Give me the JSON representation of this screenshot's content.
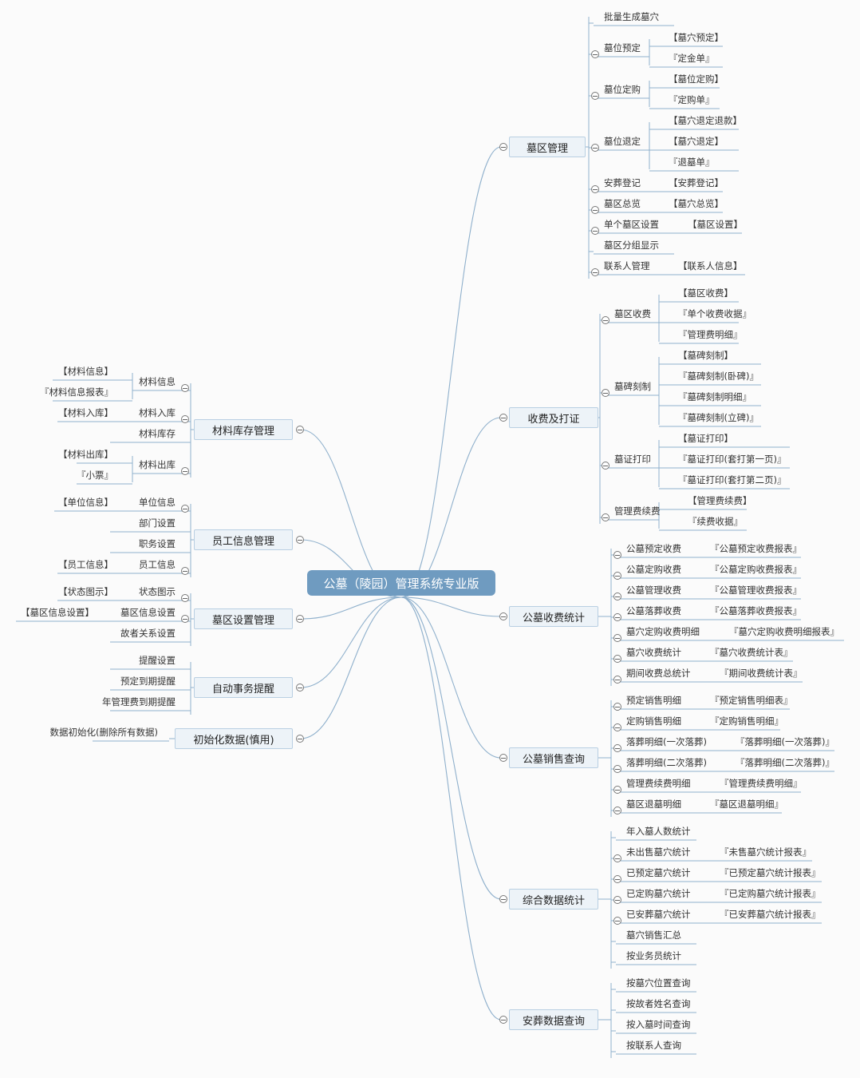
{
  "root": "公墓（陵园）管理系统专业版",
  "sections": {
    "mqgl": {
      "title": "墓区管理",
      "items": [
        {
          "label": "批量生成墓穴"
        },
        {
          "label": "墓位预定",
          "children": [
            "【墓穴预定】",
            "『定金单』"
          ]
        },
        {
          "label": "墓位定购",
          "children": [
            "【墓位定购】",
            "『定购单』"
          ]
        },
        {
          "label": "墓位退定",
          "children": [
            "【墓穴退定退款】",
            "【墓穴退定】",
            "『退墓单』"
          ]
        },
        {
          "label": "安葬登记",
          "children": [
            "【安葬登记】"
          ]
        },
        {
          "label": "墓区总览",
          "children": [
            "【墓穴总览】"
          ]
        },
        {
          "label": "单个墓区设置",
          "children": [
            "【墓区设置】"
          ]
        },
        {
          "label": "墓区分组显示"
        },
        {
          "label": "联系人管理",
          "children": [
            "【联系人信息】"
          ]
        }
      ]
    },
    "sfdz": {
      "title": "收费及打证",
      "items": [
        {
          "label": "墓区收费",
          "children": [
            "【墓区收费】",
            "『单个收费收据』",
            "『管理费明细』"
          ]
        },
        {
          "label": "墓碑刻制",
          "children": [
            "【墓碑刻制】",
            "『墓碑刻制(卧碑)』",
            "『墓碑刻制明细』",
            "『墓碑刻制(立碑)』"
          ]
        },
        {
          "label": "墓证打印",
          "children": [
            "【墓证打印】",
            "『墓证打印(套打第一页)』",
            "『墓证打印(套打第二页)』"
          ]
        },
        {
          "label": "管理费续费",
          "children": [
            "【管理费续费】",
            "『续费收据』"
          ]
        }
      ]
    },
    "gmsf": {
      "title": "公墓收费统计",
      "items": [
        {
          "label": "公墓预定收费",
          "children": [
            "『公墓预定收费报表』"
          ]
        },
        {
          "label": "公墓定购收费",
          "children": [
            "『公墓定购收费报表』"
          ]
        },
        {
          "label": "公墓管理收费",
          "children": [
            "『公墓管理收费报表』"
          ]
        },
        {
          "label": "公墓落葬收费",
          "children": [
            "『公墓落葬收费报表』"
          ]
        },
        {
          "label": "墓穴定购收费明细",
          "children": [
            "『墓穴定购收费明细报表』"
          ]
        },
        {
          "label": "墓穴收费统计",
          "children": [
            "『墓穴收费统计表』"
          ]
        },
        {
          "label": "期间收费总统计",
          "children": [
            "『期间收费统计表』"
          ]
        }
      ]
    },
    "gmxs": {
      "title": "公墓销售查询",
      "items": [
        {
          "label": "预定销售明细",
          "children": [
            "『预定销售明细表』"
          ]
        },
        {
          "label": "定购销售明细",
          "children": [
            "『定购销售明细』"
          ]
        },
        {
          "label": "落葬明细(一次落葬)",
          "children": [
            "『落葬明细(一次落葬)』"
          ]
        },
        {
          "label": "落葬明细(二次落葬)",
          "children": [
            "『落葬明细(二次落葬)』"
          ]
        },
        {
          "label": "管理费续费明细",
          "children": [
            "『管理费续费明细』"
          ]
        },
        {
          "label": "墓区退墓明细",
          "children": [
            "『墓区退墓明细』"
          ]
        }
      ]
    },
    "zhsj": {
      "title": "综合数据统计",
      "items": [
        {
          "label": "年入墓人数统计"
        },
        {
          "label": "未出售墓穴统计",
          "children": [
            "『未售墓穴统计报表』"
          ]
        },
        {
          "label": "已预定墓穴统计",
          "children": [
            "『已预定墓穴统计报表』"
          ]
        },
        {
          "label": "已定购墓穴统计",
          "children": [
            "『已定购墓穴统计报表』"
          ]
        },
        {
          "label": "已安葬墓穴统计",
          "children": [
            "『已安葬墓穴统计报表』"
          ]
        },
        {
          "label": "墓穴销售汇总"
        },
        {
          "label": "按业务员统计"
        }
      ]
    },
    "azsj": {
      "title": "安葬数据查询",
      "items": [
        {
          "label": "按墓穴位置查询"
        },
        {
          "label": "按故者姓名查询"
        },
        {
          "label": "按入墓时间查询"
        },
        {
          "label": "按联系人查询"
        }
      ]
    },
    "clkc": {
      "title": "材料库存管理",
      "items": [
        {
          "label": "材料信息",
          "children": [
            "【材料信息】",
            "『材料信息报表』"
          ]
        },
        {
          "label": "材料入库",
          "children": [
            "【材料入库】"
          ]
        },
        {
          "label": "材料库存"
        },
        {
          "label": "材料出库",
          "children": [
            "【材料出库】",
            "『小票』"
          ]
        }
      ]
    },
    "ygxx": {
      "title": "员工信息管理",
      "items": [
        {
          "label": "单位信息",
          "children": [
            "【单位信息】"
          ]
        },
        {
          "label": "部门设置"
        },
        {
          "label": "职务设置"
        },
        {
          "label": "员工信息",
          "children": [
            "【员工信息】"
          ]
        }
      ]
    },
    "mqsz": {
      "title": "墓区设置管理",
      "items": [
        {
          "label": "状态图示",
          "children": [
            "【状态图示】"
          ]
        },
        {
          "label": "墓区信息设置",
          "children": [
            "【墓区信息设置】"
          ]
        },
        {
          "label": "故者关系设置"
        }
      ]
    },
    "zdsw": {
      "title": "自动事务提醒",
      "items": [
        {
          "label": "提醒设置"
        },
        {
          "label": "预定到期提醒"
        },
        {
          "label": "年管理费到期提醒"
        }
      ]
    },
    "csh": {
      "title": "初始化数据(慎用)",
      "items": [
        {
          "label": "数据初始化(删除所有数据)"
        }
      ]
    }
  },
  "colors": {
    "line": "#8fb0cc",
    "root_fill": "#6f9bc0",
    "node_fill": "#edf3f8",
    "node_border": "#b9cfe2",
    "background": "#fbfbfb"
  }
}
